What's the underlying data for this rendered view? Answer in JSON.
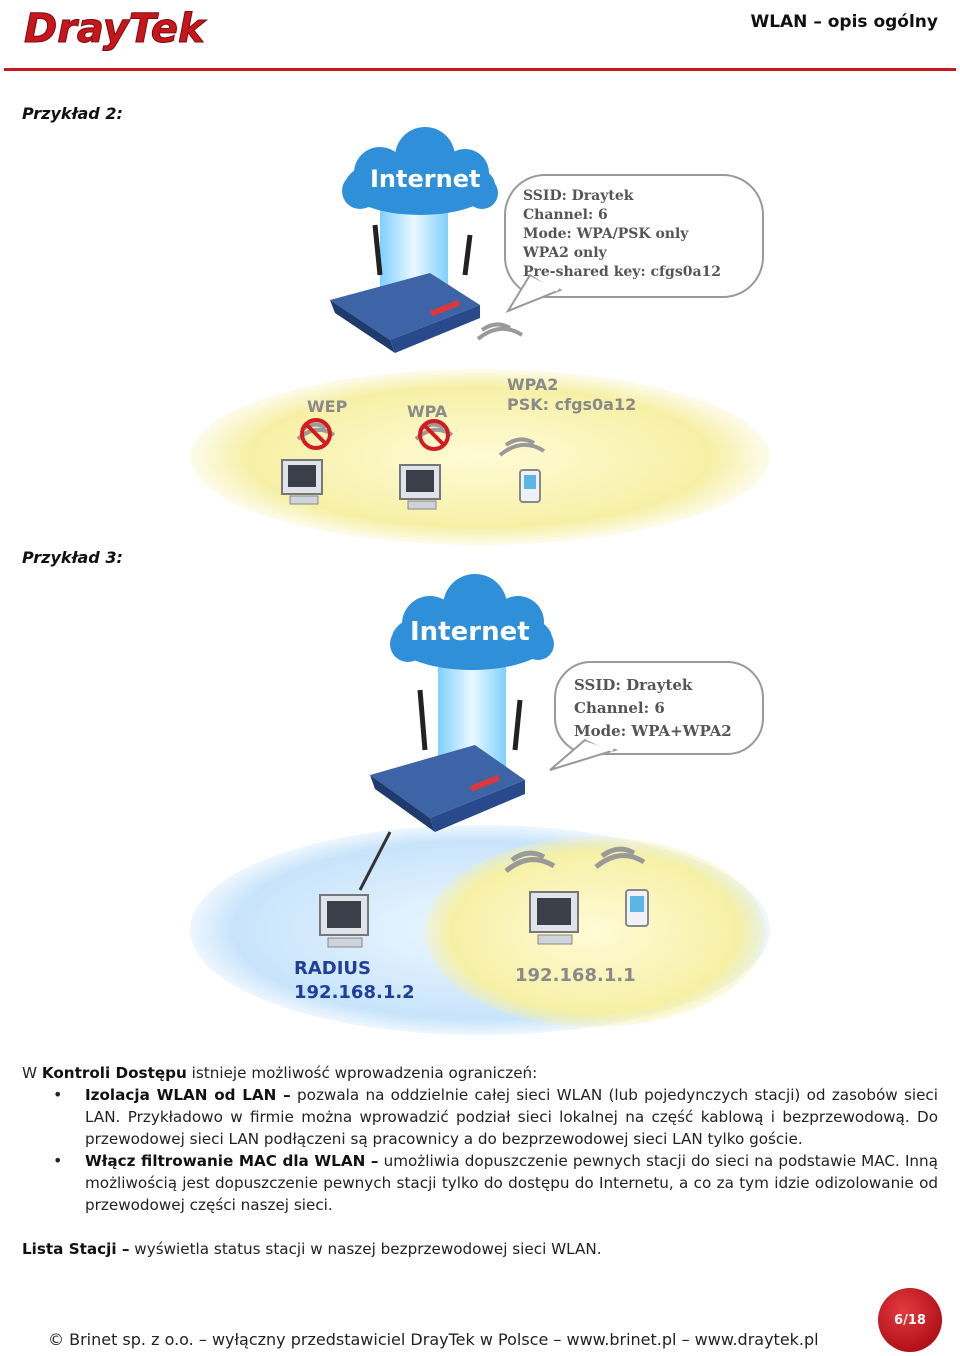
{
  "header": {
    "brand": "DrayTek",
    "title": "WLAN – opis ogólny"
  },
  "example2": {
    "label": "Przykład 2:",
    "cloud_label": "Internet",
    "callout_lines": [
      "SSID: Draytek",
      "Channel: 6",
      "Mode: WPA/PSK only",
      "WPA2 only",
      "Pre-shared key: cfgs0a12"
    ],
    "client_wep": "WEP",
    "client_wpa": "WPA",
    "client_wpa2_line1": "WPA2",
    "client_wpa2_line2": "PSK: cfgs0a12"
  },
  "example3": {
    "label": "Przykład 3:",
    "cloud_label": "Internet",
    "callout_lines": [
      "SSID: Draytek",
      "Channel: 6",
      "Mode: WPA+WPA2"
    ],
    "radius_line1": "RADIUS",
    "radius_line2": "192.168.1.2",
    "lan_ip": "192.168.1.1"
  },
  "body": {
    "intro_prefix": "W ",
    "intro_bold": "Kontroli Dostępu",
    "intro_rest": " istnieje możliwość wprowadzenia ograniczeń:",
    "bullets": [
      {
        "bold": "Izolacja WLAN od LAN –",
        "text": " pozwala na oddzielnie całej sieci WLAN (lub pojedynczych stacji) od zasobów sieci LAN. Przykładowo w firmie można wprowadzić podział sieci lokalnej na część kablową i bezprzewodową. Do przewodowej sieci LAN podłączeni są pracownicy a do bezprzewodowej sieci LAN tylko goście."
      },
      {
        "bold": "Włącz filtrowanie MAC dla WLAN –",
        "text": " umożliwia dopuszczenie pewnych stacji do sieci na podstawie MAC. Inną możliwością jest dopuszczenie pewnych stacji tylko do dostępu do Internetu, a co za tym idzie odizolowanie od przewodowej części naszej sieci."
      }
    ],
    "list_bold": "Lista Stacji –",
    "list_rest": " wyświetla status stacji w naszej bezprzewodowej sieci WLAN."
  },
  "footer": {
    "text": "© Brinet sp. z o.o. – wyłączny przedstawiciel DrayTek w Polsce – www.brinet.pl – www.draytek.pl",
    "page": "6/18"
  },
  "colors": {
    "accent_red": "#c8161d",
    "cloud_blue": "#2f8fd8",
    "router_blue": "#2d4f8a",
    "callout_text": "#555555",
    "label_blue": "#1f3f9a",
    "label_gray": "#8a8a8a"
  }
}
